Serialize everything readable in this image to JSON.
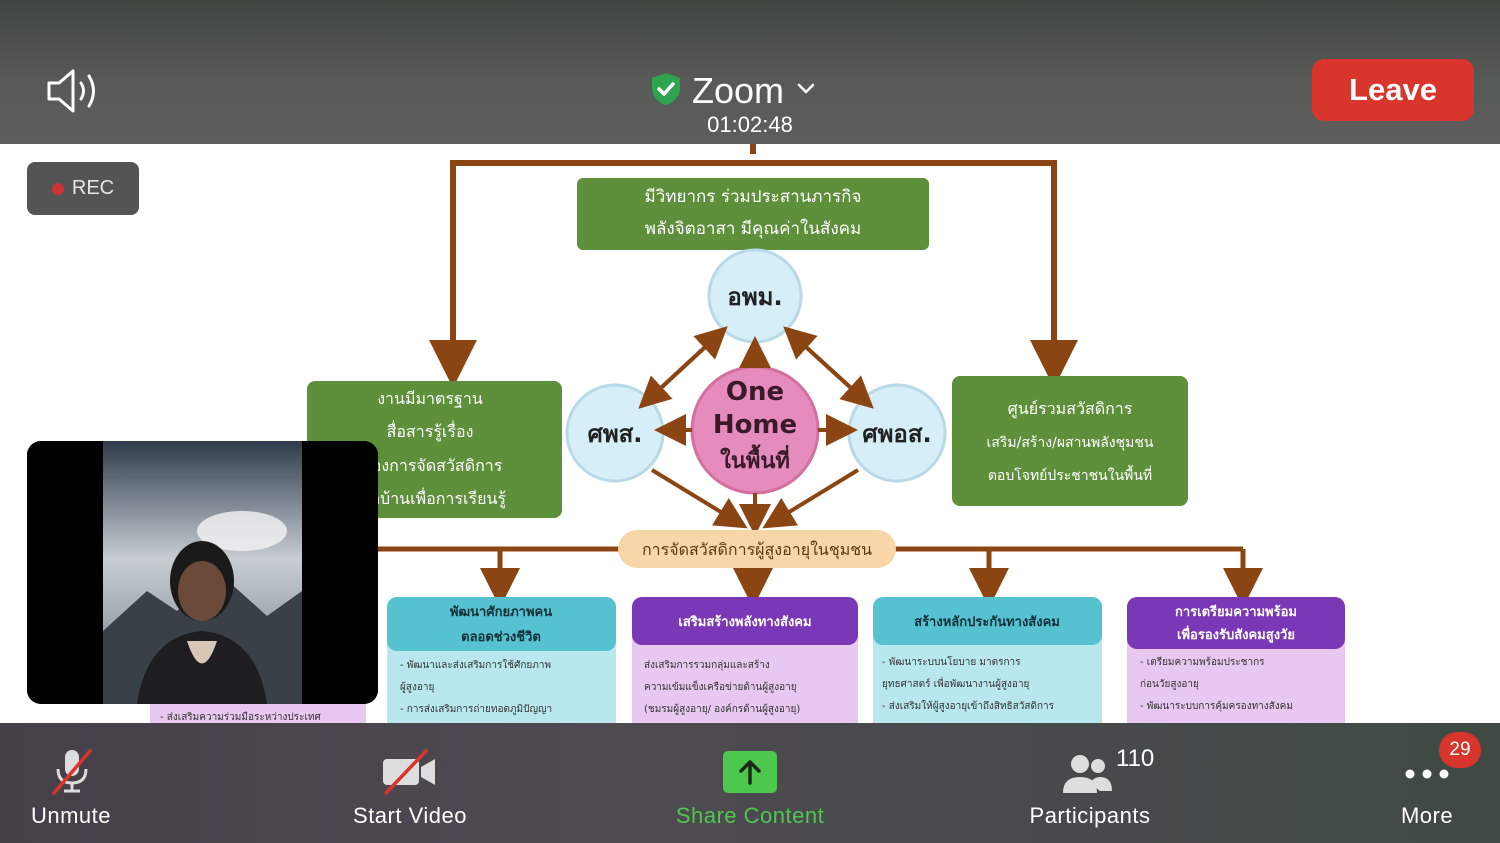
{
  "header": {
    "app_title": "Zoom",
    "timer": "01:02:48",
    "leave_label": "Leave"
  },
  "recording": {
    "label": "REC"
  },
  "slide": {
    "top_box": {
      "line1": "มีวิทยากร  ร่วมประสานภารกิจ",
      "line2": "พลังจิตอาสา  มีคุณค่าในสังคม"
    },
    "center_top": "อพม.",
    "center_main": {
      "line1": "One",
      "line2": "Home",
      "line3": "ในพื้นที่"
    },
    "left_circle": "ศพส.",
    "right_circle": "ศพอส.",
    "left_box": {
      "line1": "งานมีมาตรฐาน",
      "line2": "สื่อสารรู้เรื่อง",
      "line3": "เรื่องการจัดสวัสดิการ",
      "line4": "เปิดบ้านเพื่อการเรียนรู้"
    },
    "right_box": {
      "line1": "ศูนย์รวมสวัสดิการ",
      "line2": "เสริม/สร้าง/ผสานพลังชุมชน",
      "line3": "ตอบโจทย์ประชาชนในพื้นที่"
    },
    "welfare_bar": "การจัดสวัสดิการผู้สูงอายุในชุมชน",
    "cards": [
      {
        "title1": "พัฒนาศักยภาพคน",
        "title2": "ตลอดช่วงชีวิต",
        "body1": "- พัฒนาและส่งเสริมการใช้ศักยภาพ",
        "body2": "ผู้สูงอายุ",
        "body3": "- การส่งเสริมการถ่ายทอดภูมิปัญญา"
      },
      {
        "title1": "เสริมสร้างพลังทางสังคม",
        "title2": "",
        "body1": "ส่งเสริมการรวมกลุ่มและสร้าง",
        "body2": "ความเข้มแข็งเครือข่ายด้านผู้สูงอายุ",
        "body3": "(ชมรมผู้สูงอายุ/ องค์กรด้านผู้สูงอายุ)"
      },
      {
        "title1": "สร้างหลักประกันทางสังคม",
        "title2": "",
        "body1": "- พัฒนาระบบนโยบาย มาตรการ",
        "body2": "ยุทธศาสตร์ เพื่อพัฒนางานผู้สูงอายุ",
        "body3": "- ส่งเสริมให้ผู้สูงอายุเข้าถึงสิทธิสวัสดิการ"
      },
      {
        "title1": "การเตรียมความพร้อม",
        "title2": "เพื่อรองรับสังคมสูงวัย",
        "body1": "- เตรียมความพร้อมประชากร",
        "body2": "ก่อนวัยสูงอายุ",
        "body3": "- พัฒนาระบบการคุ้มครองทางสังคม"
      }
    ],
    "left_fragment": "- ส่งเสริมความร่วมมือระหว่างประเทศ"
  },
  "toolbar": {
    "unmute_label": "Unmute",
    "video_label": "Start Video",
    "share_label": "Share Content",
    "participants_count": "110",
    "participants_label": "Participants",
    "more_label": "More",
    "more_badge": "29"
  },
  "colors": {
    "leave": "#d8352c",
    "share_green": "#4cc94c",
    "slide_green": "#5e8f3a",
    "arrow_brown": "#8b4513",
    "circle_blue": "#d6eef8",
    "circle_pink": "#e58bbd",
    "card_teal": "#56c2cf",
    "card_purple": "#7a37b6"
  },
  "icons": [
    "speaker-icon",
    "shield-check-icon",
    "chevron-down-icon",
    "microphone-muted-icon",
    "video-off-icon",
    "share-arrow-icon",
    "participants-icon",
    "more-dots-icon"
  ]
}
